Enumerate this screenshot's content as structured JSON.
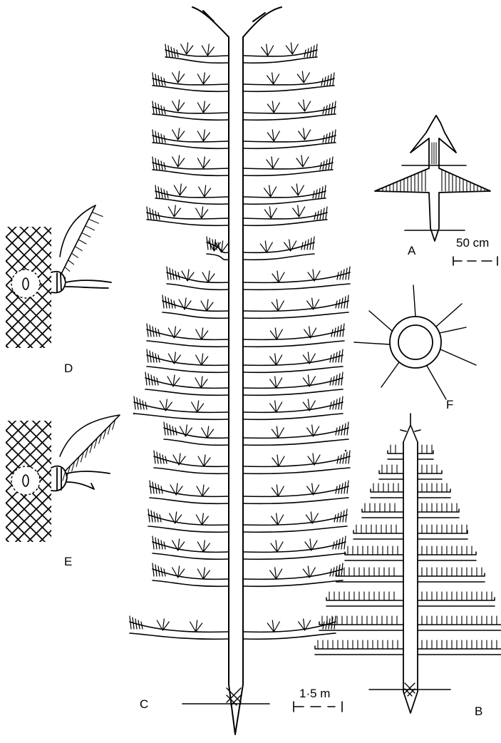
{
  "labels": {
    "A": "A",
    "B": "B",
    "C": "C",
    "D": "D",
    "E": "E",
    "F": "F"
  },
  "scales": {
    "small": "50 cm",
    "large": "1·5 m"
  }
}
